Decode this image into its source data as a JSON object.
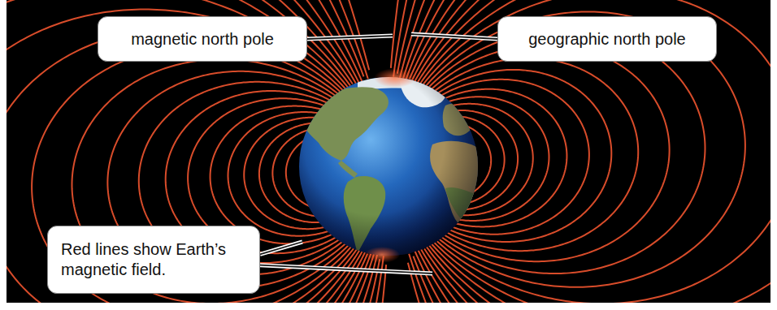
{
  "diagram": {
    "nodes": [
      {
        "text": [
          "magnetic north pole"
        ]
      },
      {
        "text": [
          "geographic north pole"
        ]
      },
      {
        "text": [
          "Red lines show Earth’s magnetic field."
        ]
      }
    ]
  }
}
